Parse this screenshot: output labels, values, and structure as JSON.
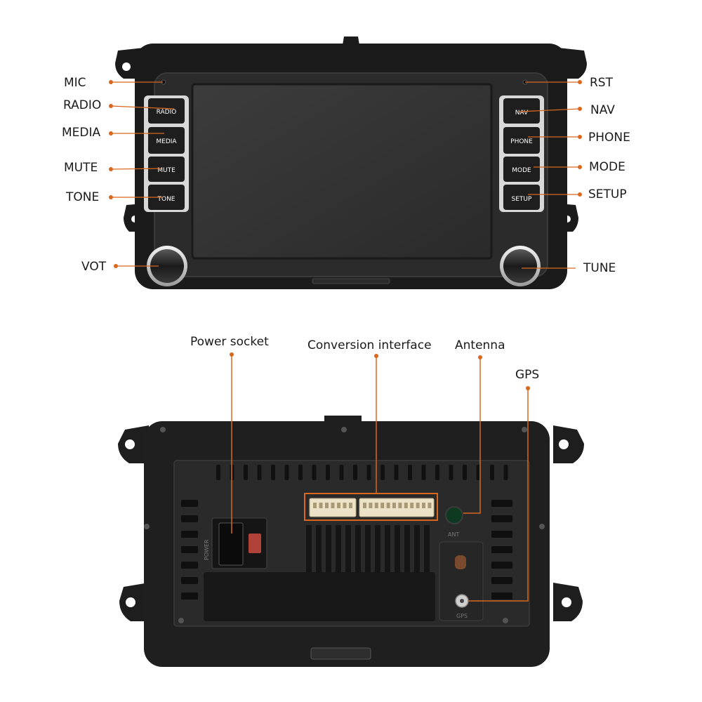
{
  "front": {
    "left_labels": [
      "MIC",
      "RADIO",
      "MEDIA",
      "MUTE",
      "TONE",
      "VOT"
    ],
    "right_labels": [
      "RST",
      "NAV",
      "PHONE",
      "MODE",
      "SETUP",
      "TUNE"
    ],
    "left_buttons": [
      "RADIO",
      "MEDIA",
      "MUTE",
      "TONE"
    ],
    "right_buttons": [
      "NAV",
      "PHONE",
      "MODE",
      "SETUP"
    ]
  },
  "back": {
    "power_socket": "Power socket",
    "conversion_interface": "Conversion interface",
    "antenna": "Antenna",
    "gps": "GPS",
    "power_stamp": "POWER",
    "ant_stamp": "ANT",
    "gps_stamp": "GPS"
  },
  "colors": {
    "callout": "#d9681e",
    "housing": "#1b1b1b",
    "bezel": "#2a2a2a",
    "screen": "#333333",
    "knob_ring": "#d0d0d0",
    "connector": "#ece2c8",
    "label_text": "#1a1a1a"
  }
}
